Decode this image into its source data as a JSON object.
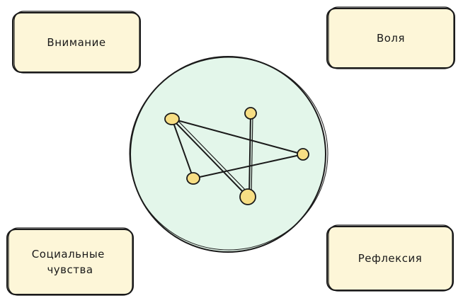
{
  "diagram": {
    "cards": [
      {
        "id": "attention",
        "label": "Внимание"
      },
      {
        "id": "will",
        "label": "Воля"
      },
      {
        "id": "social",
        "lines": [
          "Социальные",
          "чувства"
        ]
      },
      {
        "id": "reflexion",
        "label": "Рефлексия"
      }
    ],
    "network": {
      "nodes": [
        "n1",
        "n2",
        "n3",
        "n4",
        "n5"
      ],
      "edges": [
        [
          "n1",
          "n4"
        ],
        [
          "n1",
          "n3"
        ],
        [
          "n1",
          "n5"
        ],
        [
          "n3",
          "n4"
        ],
        [
          "n2",
          "n5"
        ]
      ]
    },
    "colors": {
      "card_fill": "#fdf6d8",
      "circle_fill": "#e3f6ea",
      "node_fill": "#f7de84",
      "stroke": "#1a1a1a"
    }
  }
}
